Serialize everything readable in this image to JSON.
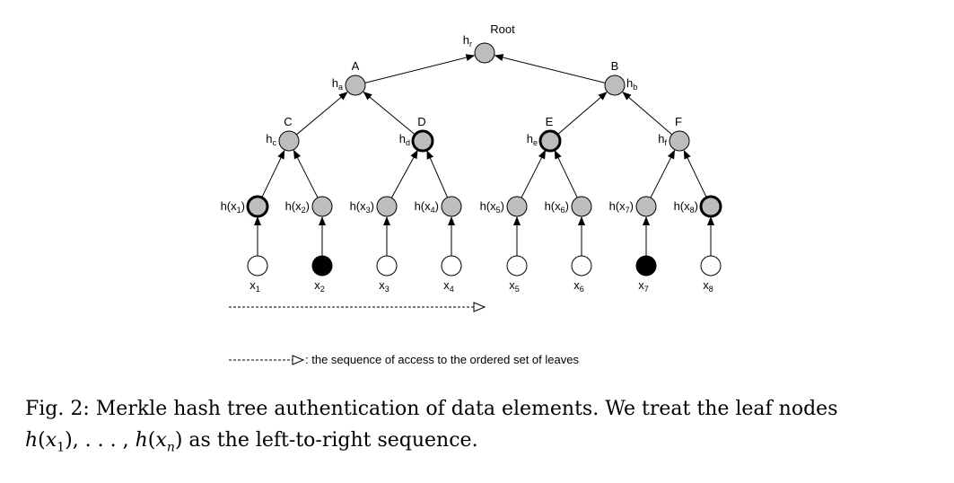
{
  "diagram": {
    "root": {
      "label": "Root",
      "hash": "h",
      "hash_sub": "r"
    },
    "internal_nodes": [
      {
        "id": "A",
        "label": "A",
        "hash": "h",
        "hash_sub": "a",
        "highlighted": false
      },
      {
        "id": "B",
        "label": "B",
        "hash": "h",
        "hash_sub": "b",
        "highlighted": false
      },
      {
        "id": "C",
        "label": "C",
        "hash": "h",
        "hash_sub": "c",
        "highlighted": false
      },
      {
        "id": "D",
        "label": "D",
        "hash": "h",
        "hash_sub": "d",
        "highlighted": true
      },
      {
        "id": "E",
        "label": "E",
        "hash": "h",
        "hash_sub": "e",
        "highlighted": true
      },
      {
        "id": "F",
        "label": "F",
        "hash": "h",
        "hash_sub": "f",
        "highlighted": false
      }
    ],
    "leaf_hashes": [
      {
        "text": "h(x",
        "sub": "1",
        "close": ")",
        "highlighted": true
      },
      {
        "text": "h(x",
        "sub": "2",
        "close": ")",
        "highlighted": false
      },
      {
        "text": "h(x",
        "sub": "3",
        "close": ")",
        "highlighted": false
      },
      {
        "text": "h(x",
        "sub": "4",
        "close": ")",
        "highlighted": false
      },
      {
        "text": "h(x",
        "sub": "5",
        "close": ")",
        "highlighted": false
      },
      {
        "text": "h(x",
        "sub": "6",
        "close": ")",
        "highlighted": false
      },
      {
        "text": "h(x",
        "sub": "7",
        "close": ")",
        "highlighted": false
      },
      {
        "text": "h(x",
        "sub": "8",
        "close": ")",
        "highlighted": true
      }
    ],
    "data_elements": [
      {
        "text": "x",
        "sub": "1",
        "filled": false
      },
      {
        "text": "x",
        "sub": "2",
        "filled": true
      },
      {
        "text": "x",
        "sub": "3",
        "filled": false
      },
      {
        "text": "x",
        "sub": "4",
        "filled": false
      },
      {
        "text": "x",
        "sub": "5",
        "filled": false
      },
      {
        "text": "x",
        "sub": "6",
        "filled": false
      },
      {
        "text": "x",
        "sub": "7",
        "filled": true
      },
      {
        "text": "x",
        "sub": "8",
        "filled": false
      }
    ],
    "legend_text": ": the sequence of access to the ordered set of leaves",
    "colors": {
      "node_fill": "#bdbdbd",
      "filled_leaf": "#000000",
      "empty_leaf": "#ffffff",
      "stroke": "#000000"
    }
  },
  "caption": {
    "prefix": "Fig. 2: Merkle hash tree authentication of data elements. We treat the leaf nodes",
    "line2_h1": "h",
    "line2_x1": "x",
    "line2_sub1": "1",
    "line2_mid": "), . . . , ",
    "line2_h2": "h",
    "line2_xn": "x",
    "line2_subn": "n",
    "line2_tail": ") as the left-to-right sequence."
  }
}
